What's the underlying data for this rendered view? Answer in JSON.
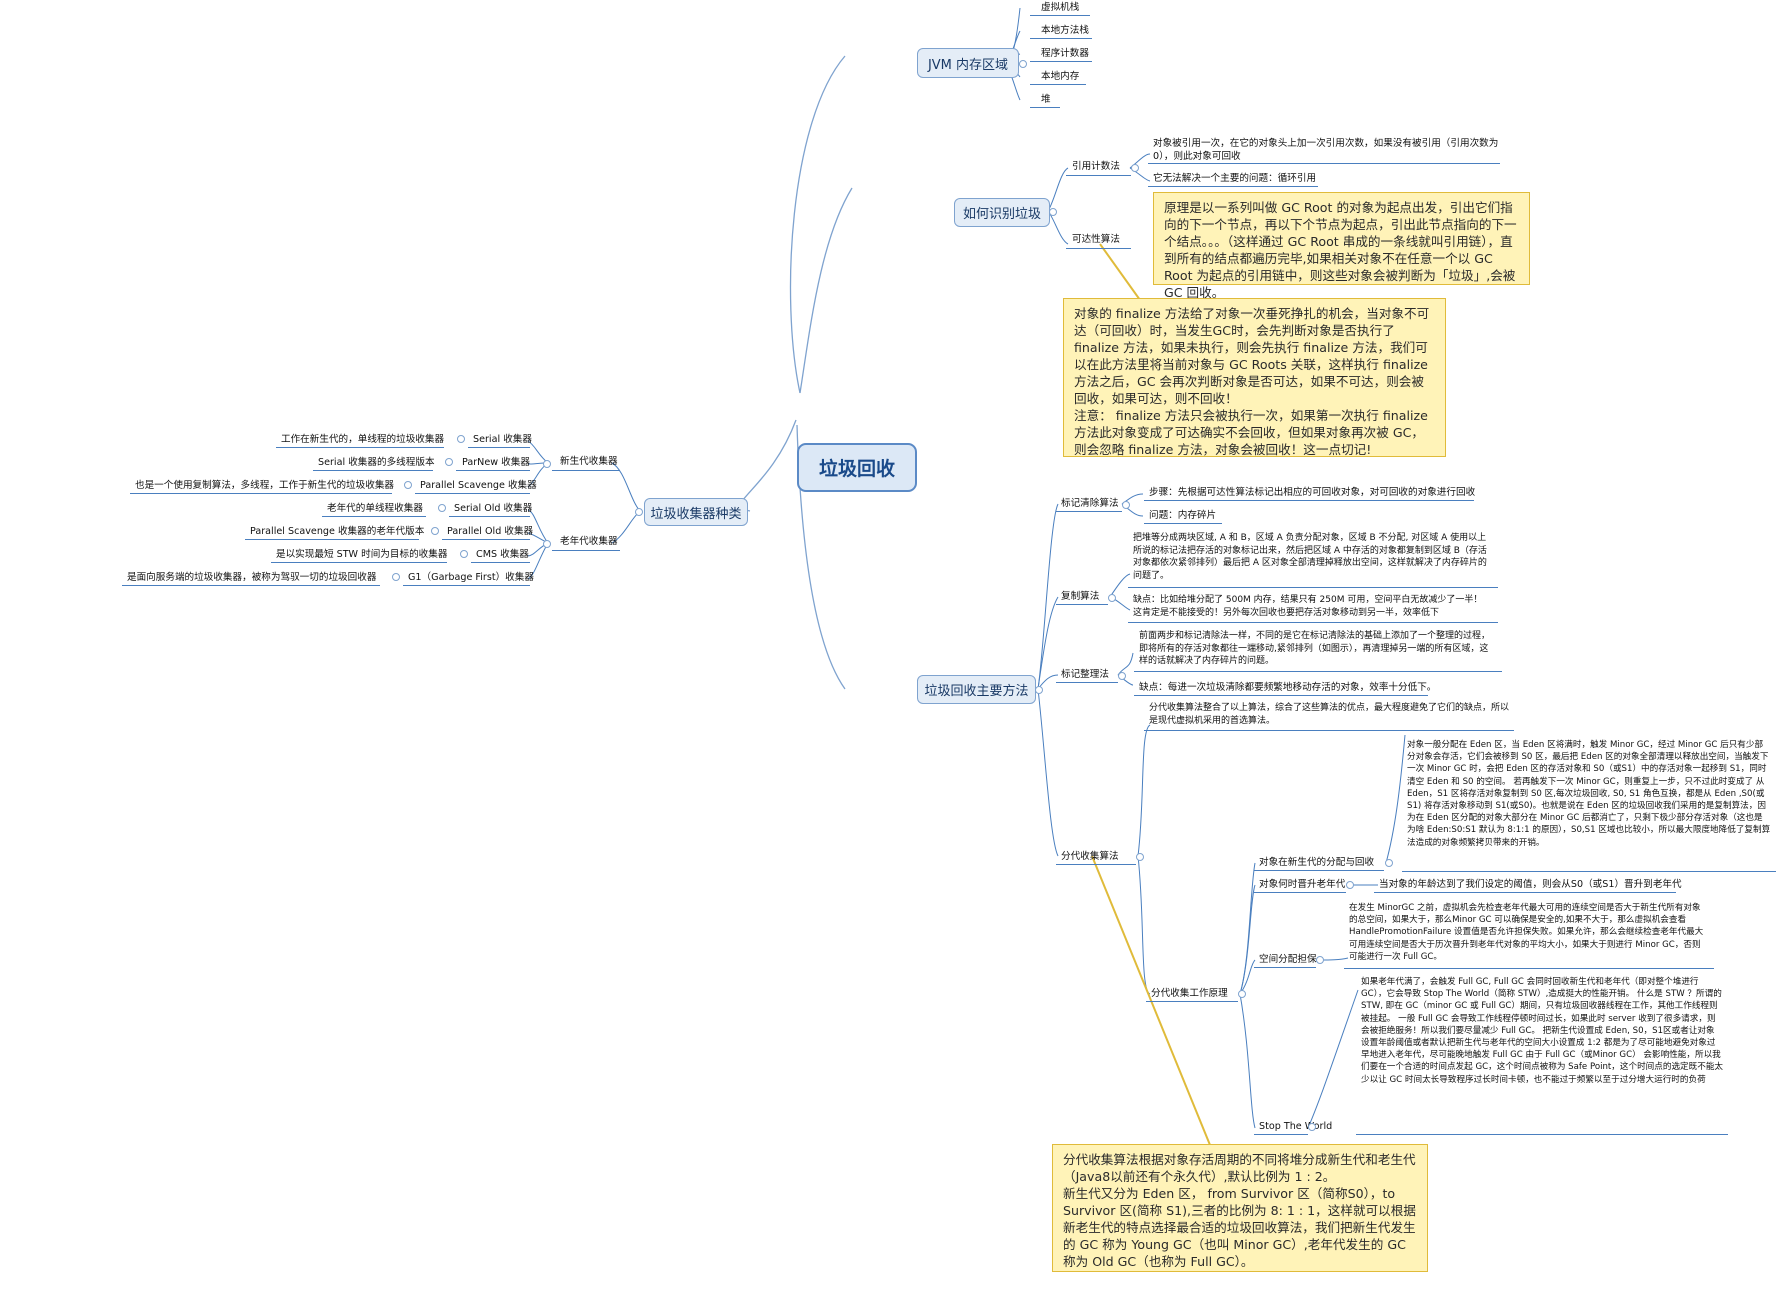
{
  "root": {
    "label": "垃圾回收"
  },
  "branches": {
    "jvm_memory": {
      "label": "JVM 内存区域",
      "items": [
        "虚拟机栈",
        "本地方法栈",
        "程序计数器",
        "本地内存",
        "堆"
      ]
    },
    "identify_garbage": {
      "label": "如何识别垃圾",
      "ref_counting": {
        "label": "引用计数法",
        "items": [
          "对象被引用一次，在它的对象头上加一次引用次数，如果没有被引用（引用次数为0），则此对象可回收",
          "它无法解决一个主要的问题：循环引用"
        ]
      },
      "reachability": {
        "label": "可达性算法"
      },
      "note_gcroot": "原理是以一系列叫做 GC Root 的对象为起点出发，引出它们指向的下一个节点，再以下个节点为起点，引出此节点指向的下一个结点。。。（这样通过 GC Root 串成的一条线就叫引用链），直到所有的结点都遍历完毕,如果相关对象不在任意一个以 GC Root 为起点的引用链中，则这些对象会被判断为「垃圾」,会被 GC 回收。",
      "note_finalize": "对象的 finalize 方法给了对象一次垂死挣扎的机会，当对象不可达（可回收）时，当发生GC时，会先判断对象是否执行了 finalize 方法，如果未执行，则会先执行 finalize 方法，我们可以在此方法里将当前对象与 GC Roots 关联，这样执行 finalize 方法之后，GC 会再次判断对象是否可达，如果不可达，则会被回收，如果可达，则不回收！\n注意： finalize 方法只会被执行一次，如果第一次执行 finalize 方法此对象变成了可达确实不会回收，但如果对象再次被 GC，则会忽略 finalize 方法，对象会被回收！这一点切记!"
    },
    "collector_types": {
      "label": "垃圾收集器种类",
      "young": {
        "label": "新生代收集器",
        "items": [
          {
            "name": "Serial 收集器",
            "desc": "工作在新生代的，单线程的垃圾收集器"
          },
          {
            "name": "ParNew 收集器",
            "desc": "Serial 收集器的多线程版本"
          },
          {
            "name": "Parallel Scavenge 收集器",
            "desc": "也是一个使用复制算法，多线程，工作于新生代的垃圾收集器"
          }
        ]
      },
      "old": {
        "label": "老年代收集器",
        "items": [
          {
            "name": "Serial Old 收集器",
            "desc": "老年代的单线程收集器"
          },
          {
            "name": "Parallel Old 收集器",
            "desc": "Parallel Scavenge 收集器的老年代版本"
          },
          {
            "name": "CMS 收集器",
            "desc": "是以实现最短 STW 时间为目标的收集器"
          },
          {
            "name": "G1（Garbage First）收集器",
            "desc": "是面向服务端的垃圾收集器，被称为驾驭一切的垃圾回收器"
          }
        ]
      }
    },
    "gc_methods": {
      "label": "垃圾回收主要方法",
      "mark_sweep": {
        "label": "标记清除算法",
        "items": [
          "步骤：先根据可达性算法标记出相应的可回收对象，对可回收的对象进行回收",
          "问题：内存碎片"
        ]
      },
      "copying": {
        "label": "复制算法",
        "items": [
          "把堆等分成两块区域, A 和 B，区域 A 负责分配对象，区域 B 不分配, 对区域 A 使用以上所说的标记法把存活的对象标记出来，然后把区域 A 中存活的对象都复制到区域 B（存活对象都依次紧邻排列）最后把 A 区对象全部清理掉释放出空间，这样就解决了内存碎片的问题了。",
          "缺点：比如给堆分配了 500M 内存，结果只有 250M 可用，空间平白无故减少了一半！这肯定是不能接受的！另外每次回收也要把存活对象移动到另一半，效率低下"
        ]
      },
      "mark_compact": {
        "label": "标记整理法",
        "items": [
          "前面两步和标记清除法一样，不同的是它在标记清除法的基础上添加了一个整理的过程，即将所有的存活对象都往一端移动,紧邻排列（如图示），再清理掉另一端的所有区域，这样的话就解决了内存碎片的问题。",
          "缺点：每进一次垃圾清除都要频繁地移动存活的对象，效率十分低下。"
        ]
      },
      "generational": {
        "label": "分代收集算法",
        "intro": "分代收集算法整合了以上算法，综合了这些算法的优点，最大程度避免了它们的缺点，所以是现代虚拟机采用的首选算法。",
        "principle": {
          "label": "分代收集工作原理",
          "young_alloc": {
            "label": "对象在新生代的分配与回收",
            "text": "对象一般分配在 Eden 区，当 Eden 区将满时，触发 Minor GC，经过 Minor GC 后只有少部分对象会存活，它们会被移到 S0 区，最后把 Eden 区的对象全部清理以释放出空间，当触发下一次 Minor GC 时，会把 Eden 区的存活对象和 S0（或S1）中的存活对象一起移到 S1，同时清空 Eden 和 S0 的空间。\n若再触发下一次 Minor GC，则重复上一步，只不过此时变成了 从 Eden，S1 区将存活对象复制到 S0 区,每次垃圾回收, S0, S1 角色互换，都是从 Eden ,S0(或S1) 将存活对象移动到 S1(或S0)。也就是说在 Eden 区的垃圾回收我们采用的是复制算法，因为在 Eden 区分配的对象大部分在 Minor GC 后都消亡了，只剩下极少部分存活对象（这也是为啥 Eden:S0:S1 默认为 8:1:1 的原因），S0,S1 区域也比较小，所以最大限度地降低了复制算法造成的对象频繁拷贝带来的开销。"
          },
          "promotion": {
            "label": "对象何时晋升老年代",
            "text": "当对象的年龄达到了我们设定的阈值，则会从S0（或S1）晋升到老年代"
          },
          "guarantee": {
            "label": "空间分配担保",
            "text": "在发生 MinorGC 之前，虚拟机会先检查老年代最大可用的连续空间是否大于新生代所有对象的总空间，如果大于，那么Minor GC 可以确保是安全的,如果不大于，那么虚拟机会查看 HandlePromotionFailure 设置值是否允许担保失败。如果允许，那么会继续检查老年代最大可用连续空间是否大于历次晋升到老年代对象的平均大小，如果大于则进行 Minor GC，否则可能进行一次 Full GC。"
          },
          "stw": {
            "label": "Stop The World",
            "text": "如果老年代满了，会触发 Full GC, Full GC 会同时回收新生代和老年代（即对整个堆进行GC），它会导致 Stop The World（简称 STW）,造成挺大的性能开销。\n什么是 STW ？所谓的 STW, 即在 GC（minor GC 或 Full GC）期间，只有垃圾回收器线程在工作，其他工作线程则被挂起。\n一般 Full GC 会导致工作线程停顿时间过长，如果此时 server 收到了很多请求，则会被拒绝服务！所以我们要尽量减少 Full GC。\n把新生代设置成 Eden, S0，S1区或者让对象设置年龄阈值或者默认把新生代与老年代的空间大小设置成 1:2 都是为了尽可能地避免对象过早地进入老年代，尽可能晚地触发 Full GC\n由于 Full GC（或Minor GC） 会影响性能，所以我们要在一个合适的时间点发起 GC，这个时间点被称为 Safe Point，这个时间点的选定既不能太少以让 GC 时间太长导致程序过长时间卡顿，也不能过于频繁以至于过分增大运行时的负荷"
          }
        },
        "note": "分代收集算法根据对象存活周期的不同将堆分成新生代和老生代（Java8以前还有个永久代）,默认比例为 1 : 2。\n新生代又分为 Eden 区， from Survivor 区（简称S0），to Survivor 区(简称 S1),三者的比例为 8: 1 : 1，这样就可以根据新老生代的特点选择最合适的垃圾回收算法，我们把新生代发生的 GC 称为 Young GC（也叫 Minor GC）,老年代发生的 GC 称为 Old GC（也称为 Full GC）。"
      }
    }
  },
  "colors": {
    "line": "#4a7fbf",
    "node_fill": "#e4edf7",
    "node_border": "#7fa3cf",
    "note_fill": "#fff3b8",
    "note_border": "#e0bb3a"
  }
}
